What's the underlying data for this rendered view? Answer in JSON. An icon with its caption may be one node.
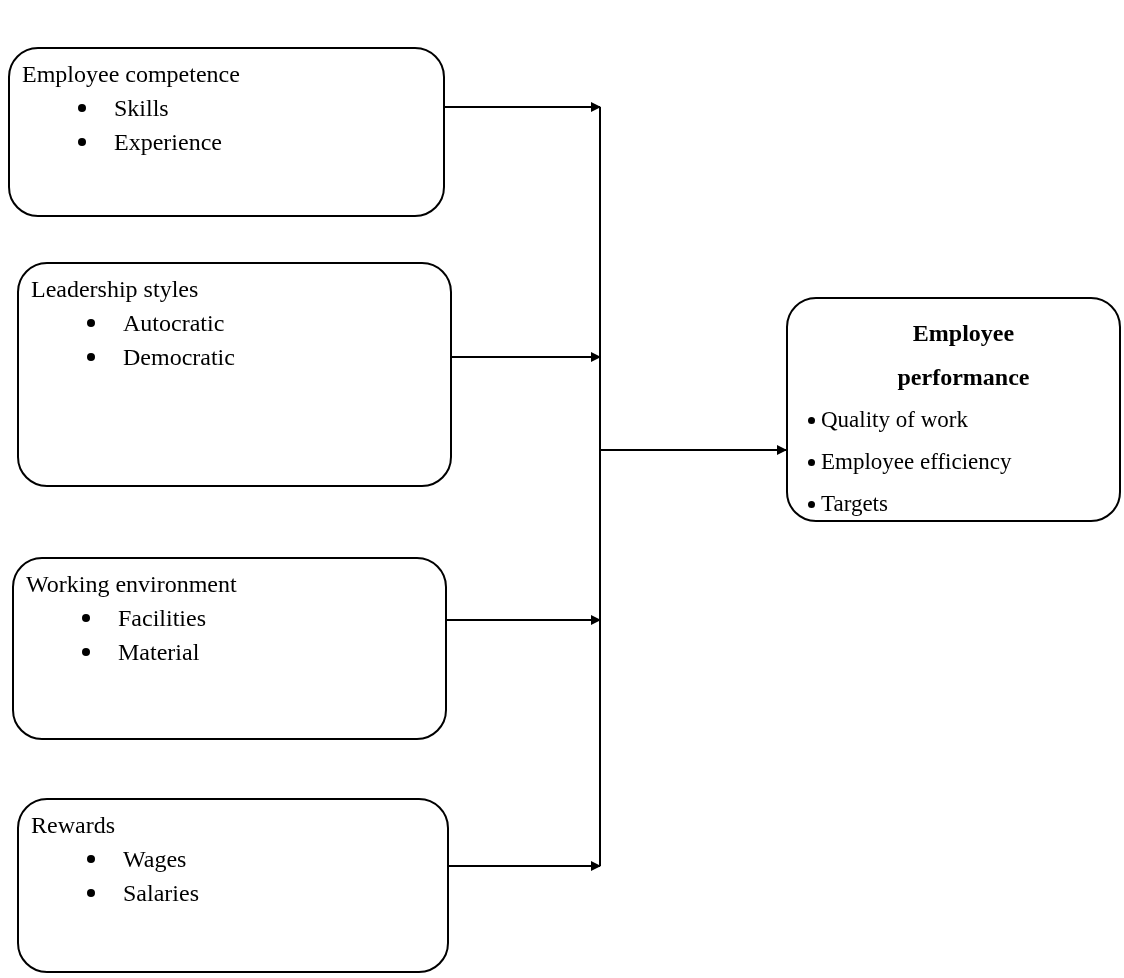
{
  "diagram": {
    "nodes": [
      {
        "text": [
          "Employee competence",
          "Skills",
          "Experience"
        ]
      },
      {
        "text": [
          "Leadership styles",
          "Autocratic",
          "Democratic"
        ]
      },
      {
        "text": [
          "Working environment",
          "Facilities",
          "Material"
        ]
      },
      {
        "text": [
          "Rewards",
          "Wages",
          "Salaries"
        ]
      },
      {
        "text": [
          "Employee performance",
          "Quality of work",
          "Employee efficiency",
          "Targets"
        ]
      }
    ],
    "edges": [
      {
        "from": 0,
        "to": 4,
        "arrow": "to"
      },
      {
        "from": 1,
        "to": 4,
        "arrow": "to"
      },
      {
        "from": 2,
        "to": 4,
        "arrow": "to"
      },
      {
        "from": 3,
        "to": 4,
        "arrow": "to"
      }
    ]
  }
}
